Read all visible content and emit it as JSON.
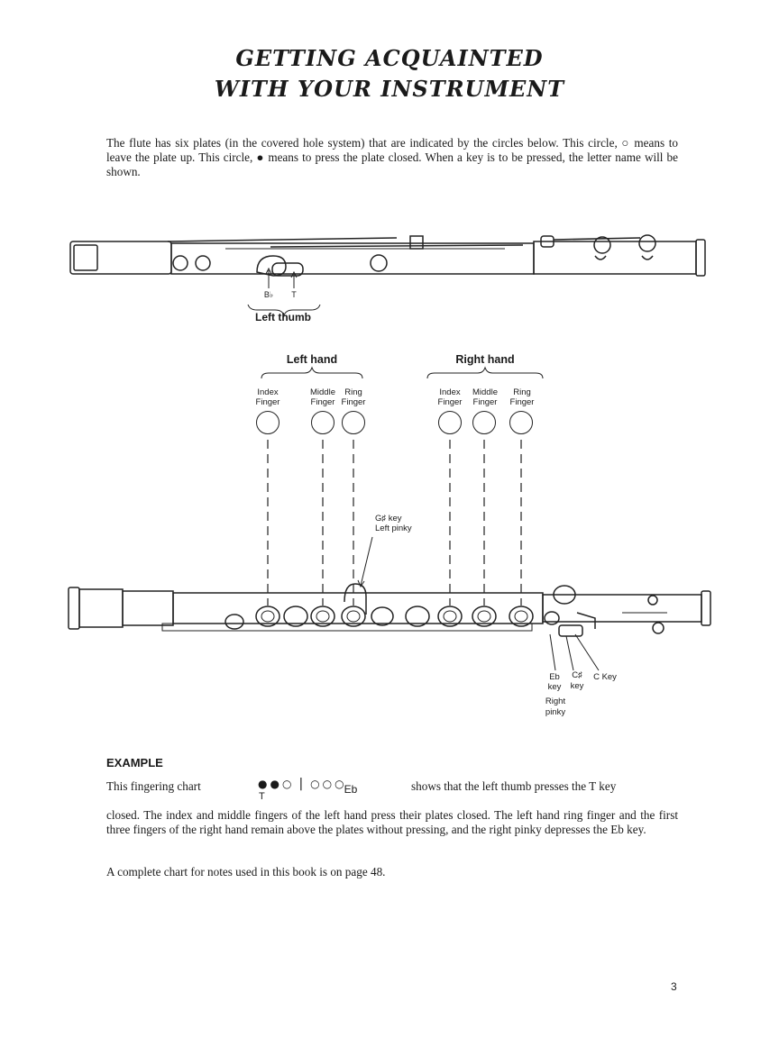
{
  "title": {
    "line1": "GETTING ACQUAINTED",
    "line2": "WITH YOUR INSTRUMENT"
  },
  "intro": {
    "part1": "The flute has six plates (in the covered hole system) that are indicated by the circles below. This circle, ",
    "part2": " means to leave the plate up. This circle, ",
    "part3": " means to press the plate closed. When a key is to be pressed, the letter name will be shown."
  },
  "thumb": {
    "key_bflat": "B♭",
    "key_t": "T",
    "caption": "Left thumb"
  },
  "hands": {
    "left": {
      "label": "Left hand",
      "fingers": [
        "Index\nFinger",
        "Middle\nFinger",
        "Ring\nFinger"
      ]
    },
    "right": {
      "label": "Right hand",
      "fingers": [
        "Index\nFinger",
        "Middle\nFinger",
        "Ring\nFinger"
      ]
    }
  },
  "keys": {
    "gsharp_line1": "G♯ key",
    "gsharp_line2": "Left pinky",
    "eb_line1": "Eb",
    "eb_line2": "key",
    "csharp_line1": "C♯",
    "csharp_line2": "key",
    "ckey": "C Key",
    "right_pinky_line1": "Right",
    "right_pinky_line2": "pinky"
  },
  "example": {
    "heading": "EXAMPLE",
    "lead": "This fingering chart",
    "chart_t": "T",
    "chart_eb": "Eb",
    "shows": "shows that the left thumb presses the T key",
    "paragraph": "closed. The index and middle fingers of the left hand press their plates closed. The left hand ring finger and the first three fingers of the right hand remain above the plates without pressing, and the right pinky depresses the Eb key.",
    "final": "A complete chart for notes used in this book is on page 48."
  },
  "page_number": "3"
}
